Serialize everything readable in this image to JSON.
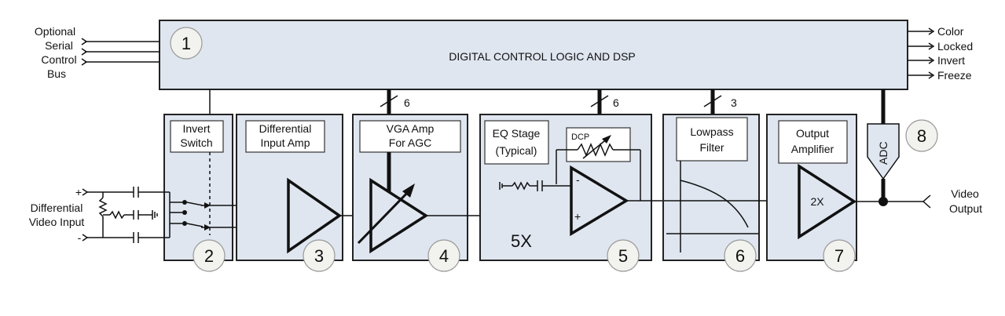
{
  "inputs_bus": [
    "Optional",
    "Serial",
    "Control",
    "Bus"
  ],
  "outputs": [
    "Color",
    "Locked",
    "Invert",
    "Freeze"
  ],
  "dsp_title": "DIGITAL CONTROL LOGIC AND DSP",
  "numbers": [
    "1",
    "2",
    "3",
    "4",
    "5",
    "6",
    "7",
    "8"
  ],
  "bus_widths": [
    "6",
    "6",
    "3"
  ],
  "blocks": {
    "invert": [
      "Invert",
      "Switch"
    ],
    "diff_amp": [
      "Differential",
      "Input Amp"
    ],
    "vga": [
      "VGA Amp",
      "For AGC"
    ],
    "eq": [
      "EQ Stage",
      "(Typical)"
    ],
    "dcp": "DCP",
    "gain_5x": "5X",
    "lowpass": [
      "Lowpass",
      "Filter"
    ],
    "output_amp": [
      "Output",
      "Amplifier"
    ],
    "gain_2x": "2X",
    "adc": "ADC"
  },
  "diff_input": [
    "Differential",
    "Video Input"
  ],
  "video_output": [
    "Video",
    "Output"
  ],
  "signs": {
    "plus": "+",
    "minus": "-"
  }
}
